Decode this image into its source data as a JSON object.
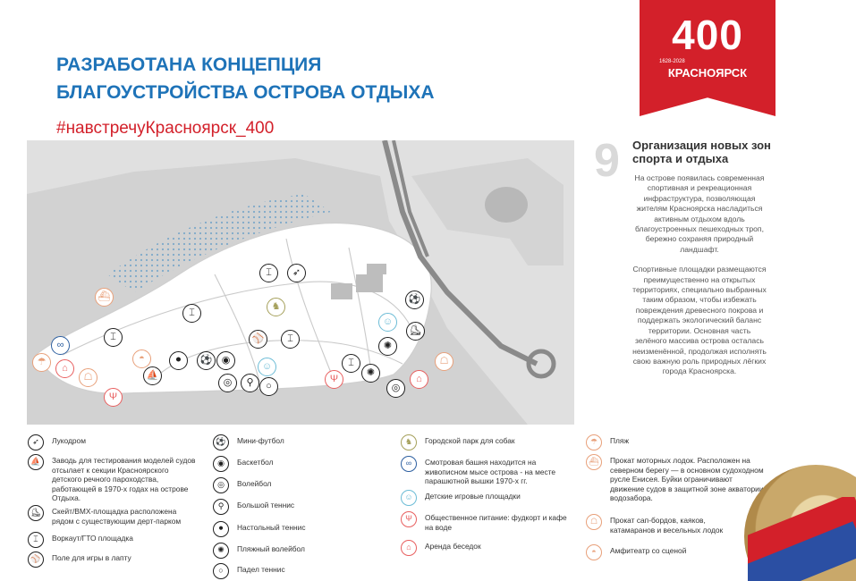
{
  "header": {
    "title_line1": "Разработана концепция",
    "title_line2": "благоустройства острова отдыха",
    "hashtag": "#навстречуКрасноярск_400"
  },
  "badge": {
    "number": "400",
    "years": "1628-2028",
    "city": "КРАСНОЯРСК"
  },
  "colors": {
    "brand_red": "#d3202a",
    "title_blue": "#1e73b8"
  },
  "section": {
    "number": "9",
    "title": "Организация новых зон спорта и отдыха",
    "paragraph1": "На острове появилась современная спортивная и рекреационная инфраструктура, позволяющая жителям Красноярска насладиться активным отдыхом вдоль благоустроенных пешеходных троп, бережно сохраняя природный ландшафт.",
    "paragraph2": "Спортивные площадки размещаются преимущественно на открытых территориях, специально выбранных таким образом, чтобы избежать повреждения древесного покрова и поддержать экологический баланс территории. Основная часть зелёного массива острова осталась неизменённой, продолжая исполнять свою важную роль природных лёгких города Красноярска."
  },
  "legend": {
    "col1": [
      {
        "icon": "archery-icon",
        "glyph": "➶",
        "text": "Лукодром"
      },
      {
        "icon": "sailboat-icon",
        "glyph": "⛵",
        "text": "Заводь для тестирования моделей судов отсылает к секции Красноярского детского речного пароходства, работающей в 1970-х годах на острове Отдыха."
      },
      {
        "icon": "skate-icon",
        "glyph": "⛸",
        "text": "Скейт/BMX-площадка расположена рядом с существующим дерт-парком"
      },
      {
        "icon": "workout-icon",
        "glyph": "⌶",
        "text": "Воркаут/ГТО площадка"
      },
      {
        "icon": "lapta-icon",
        "glyph": "⚾",
        "text": "Поле для игры в лапту"
      }
    ],
    "col2": [
      {
        "icon": "minifootball-icon",
        "glyph": "⚽",
        "text": "Мини-футбол"
      },
      {
        "icon": "basketball-icon",
        "glyph": "◉",
        "text": "Баскетбол"
      },
      {
        "icon": "volleyball-icon",
        "glyph": "◎",
        "text": "Волейбол"
      },
      {
        "icon": "tennis-icon",
        "glyph": "⚲",
        "text": "Большой теннис"
      },
      {
        "icon": "table-tennis-icon",
        "glyph": "⚫",
        "text": "Настольный теннис"
      },
      {
        "icon": "beach-volleyball-icon",
        "glyph": "✺",
        "text": "Пляжный волейбол"
      },
      {
        "icon": "padel-icon",
        "glyph": "○",
        "text": "Падел теннис"
      }
    ],
    "col3": [
      {
        "icon": "dog-park-icon",
        "glyph": "♞",
        "text": "Городской парк для собак",
        "color": "g"
      },
      {
        "icon": "observation-tower-icon",
        "glyph": "∞",
        "text": "Смотровая башня находится на живописном мысе острова - на месте парашютной вышки 1970-х гг.",
        "color": "n"
      },
      {
        "icon": "playground-icon",
        "glyph": "☺",
        "text": "Детские игровые площадки",
        "color": "b"
      },
      {
        "icon": "food-icon",
        "glyph": "Ψ",
        "text": "Общественное питание: фудкорт и кафе на воде",
        "color": "r"
      },
      {
        "icon": "gazebo-icon",
        "glyph": "⌂",
        "text": "Аренда беседок",
        "color": "r"
      }
    ],
    "col4": [
      {
        "icon": "beach-icon",
        "glyph": "☂",
        "text": "Пляж",
        "color": "o"
      },
      {
        "icon": "motorboat-icon",
        "glyph": "⛴",
        "text": "Прокат моторных лодок. Расположен на северном берегу — в основном судоходном русле Енисея. Буйки ограничивают движение судов в защитной зоне акватории водозабора.",
        "color": "o"
      },
      {
        "icon": "sup-icon",
        "glyph": "☖",
        "text": "Прокат сап-бордов, каяков, катамаранов и весельных лодок",
        "color": "o"
      },
      {
        "icon": "amphitheater-icon",
        "glyph": "◓",
        "text": "Амфитеатр со сценой",
        "color": "o"
      }
    ]
  }
}
